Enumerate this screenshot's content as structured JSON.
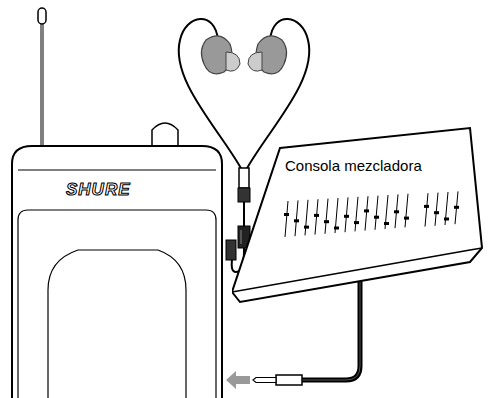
{
  "diagram": {
    "nodes": [
      {
        "text": [
          "SHURE"
        ]
      },
      {
        "text": [
          "Consola mezcladora"
        ]
      }
    ],
    "edges": [
      {
        "from": 1,
        "to": 0,
        "arrow": "to"
      }
    ]
  }
}
